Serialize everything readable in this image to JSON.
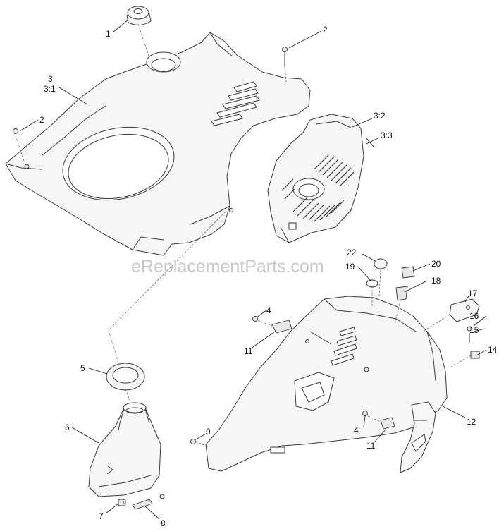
{
  "watermark": "eReplacementParts.com",
  "callouts": {
    "c1": "1",
    "c2_top": "2",
    "c2_left": "2",
    "c3": "3",
    "c3_1": "3:1",
    "c3_2": "3:2",
    "c3_3": "3:3",
    "c4_top": "4",
    "c4_bottom": "4",
    "c5": "5",
    "c6": "6",
    "c7": "7",
    "c8": "8",
    "c9": "9",
    "c11_top": "11",
    "c11_bottom": "11",
    "c12": "12",
    "c14": "14",
    "c15": "15",
    "c16": "16",
    "c17": "17",
    "c18": "18",
    "c19": "19",
    "c20": "20",
    "c22": "22"
  }
}
